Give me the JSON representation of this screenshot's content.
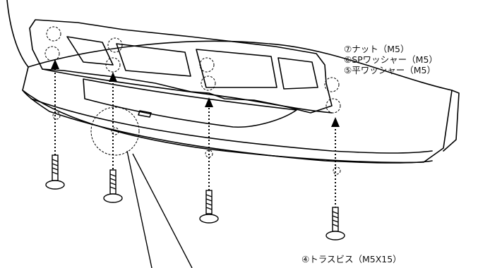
{
  "labels": {
    "nut": "⑦ナット（M5）",
    "sp_washer": "⑥SPワッシャー（M5）",
    "flat_washer": "⑤平ワッシャー（M5）",
    "truss_screw": "④トラスビス（M5X15）"
  }
}
